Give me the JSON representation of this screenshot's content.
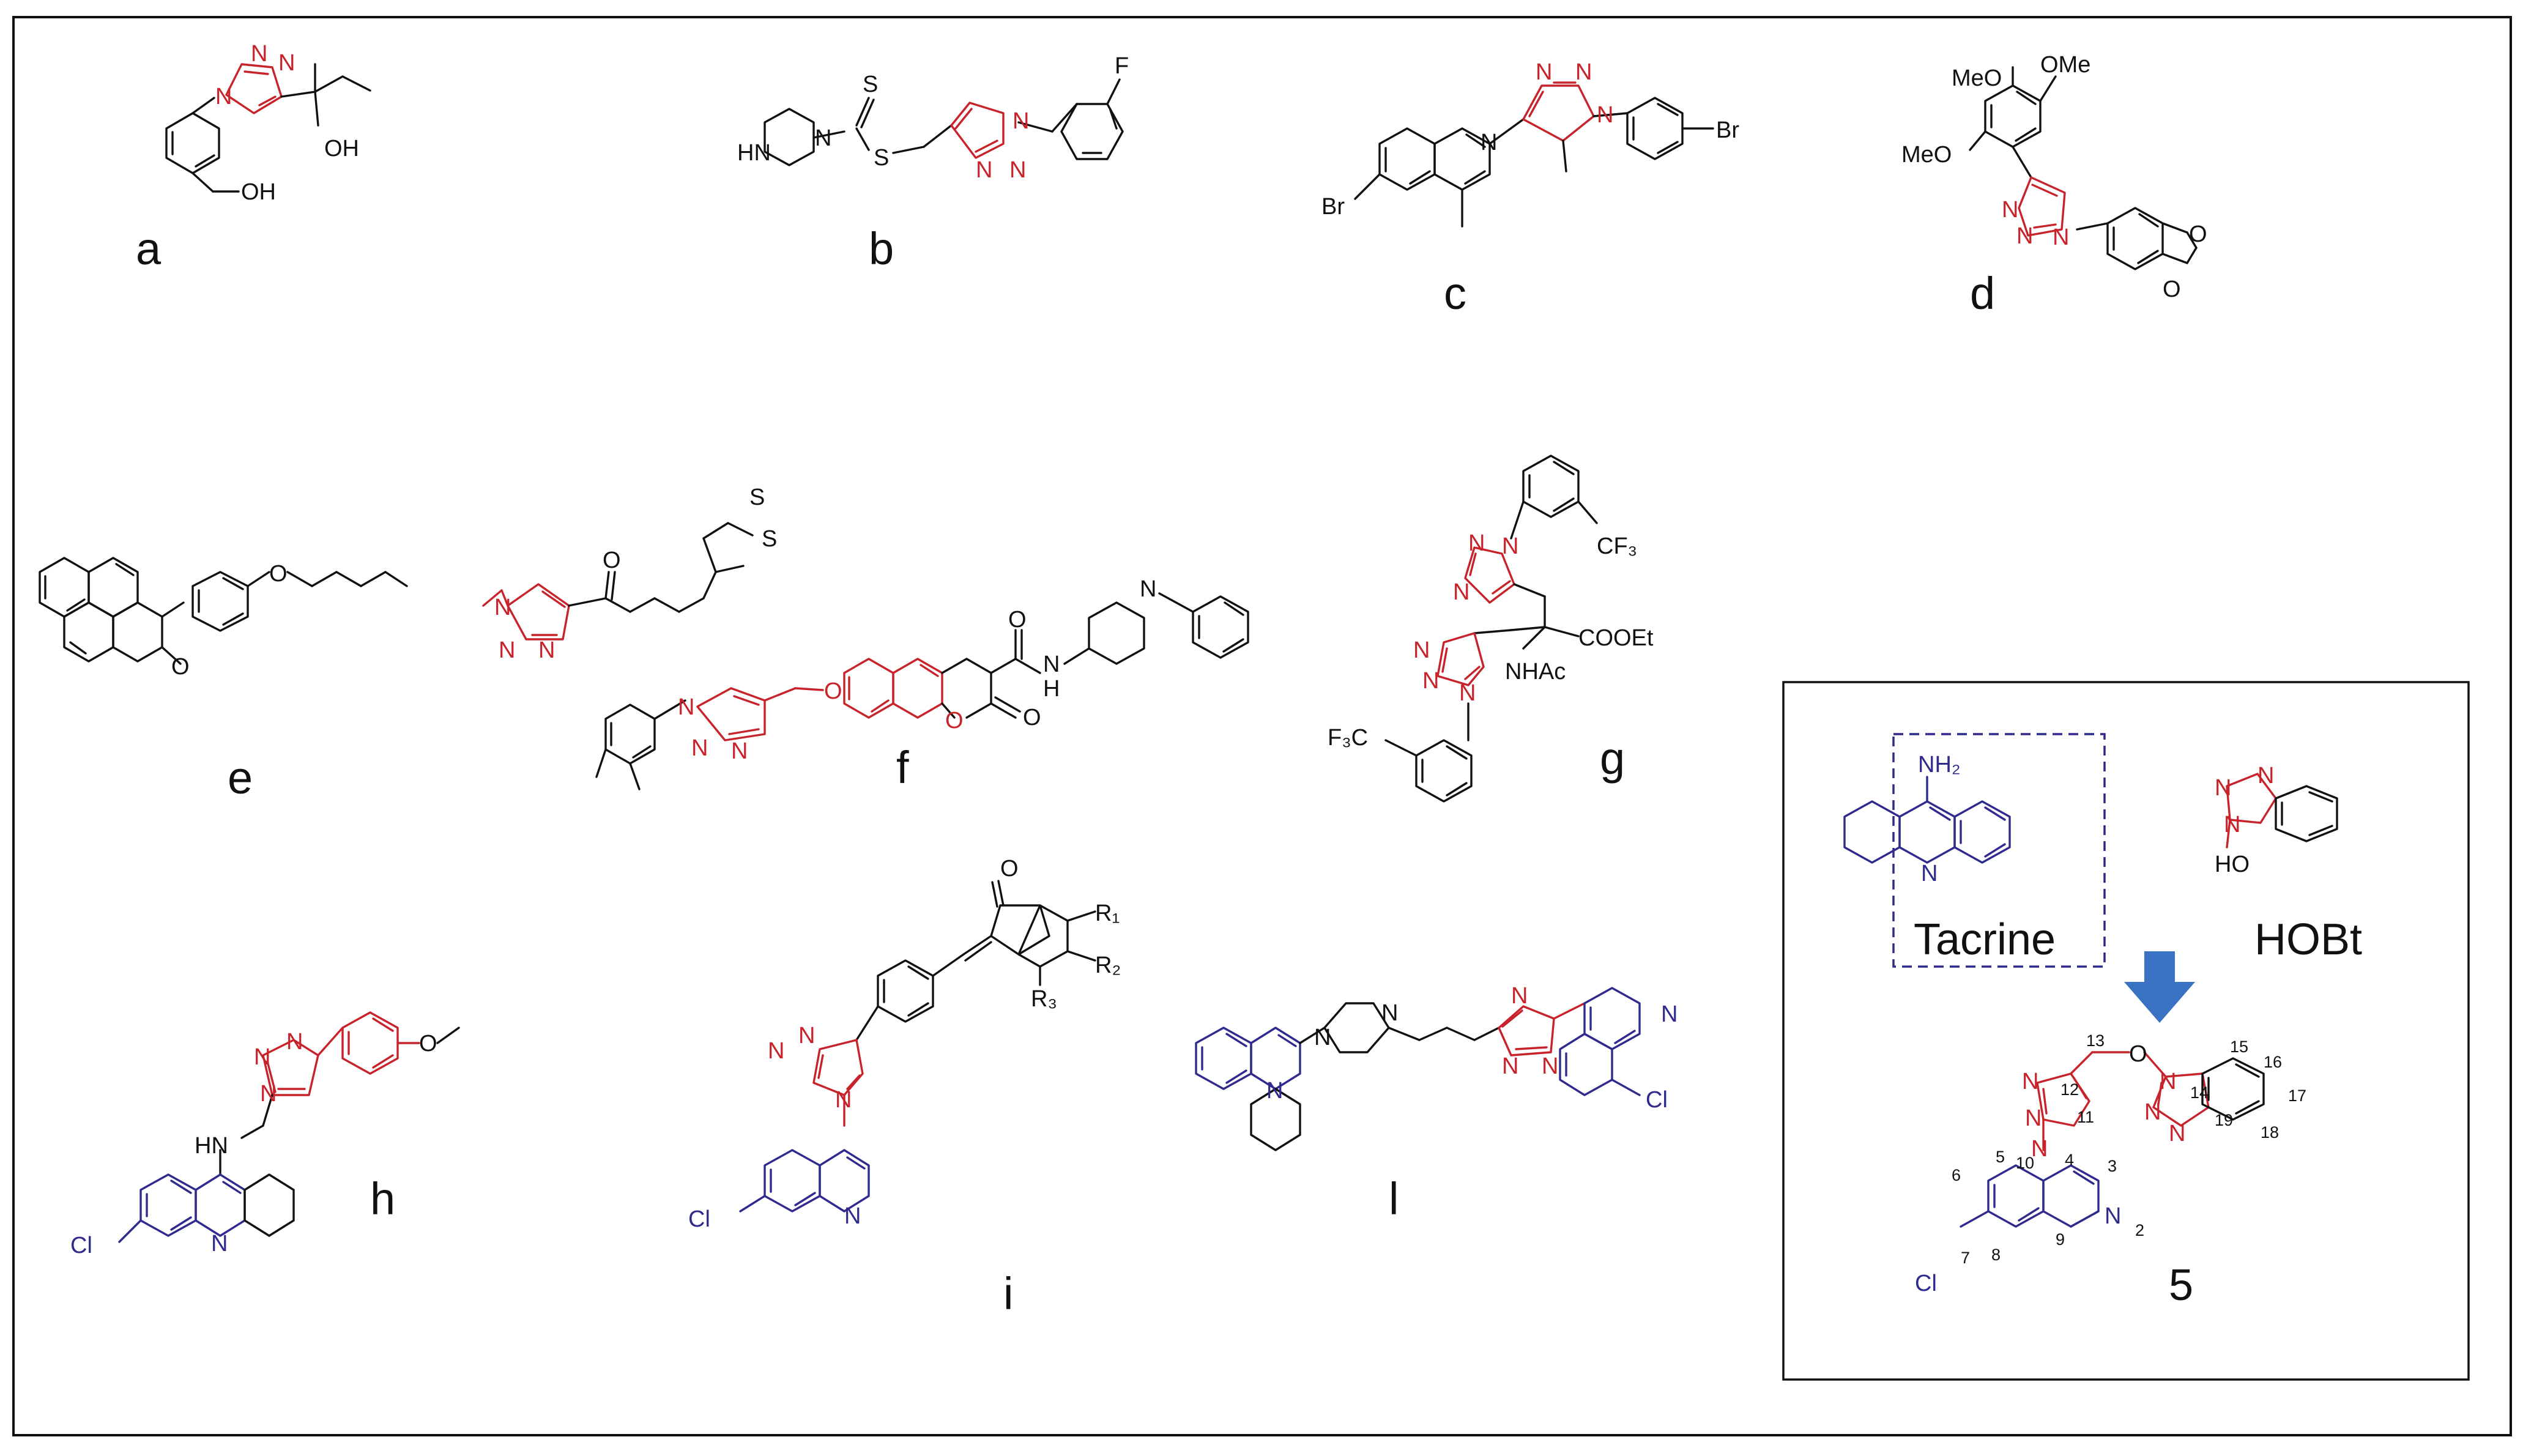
{
  "labels": {
    "a": "a",
    "b": "b",
    "c": "c",
    "d": "d",
    "e": "e",
    "f": "f",
    "g": "g",
    "h": "h",
    "i": "i",
    "l": "l",
    "compound5": "5"
  },
  "inset": {
    "tacrine": "Tacrine",
    "hobt": "HOBt"
  },
  "atoms": {
    "N": "N",
    "O": "O",
    "S": "S",
    "F": "F",
    "Br": "Br",
    "Cl": "Cl",
    "OH": "OH",
    "HN": "HN",
    "HO": "HO",
    "H": "H",
    "MeO": "MeO",
    "OMe": "OMe",
    "CF3": "CF₃",
    "F3C": "F₃C",
    "COOEt": "COOEt",
    "NHAc": "NHAc",
    "NH2": "NH₂",
    "R1": "R₁",
    "R2": "R₂",
    "R3": "R₃",
    "S-S": "S-S",
    "S_S": "S"
  },
  "numbering": [
    "2",
    "3",
    "4",
    "5",
    "6",
    "7",
    "8",
    "9",
    "10",
    "11",
    "12",
    "13",
    "14",
    "15",
    "16",
    "17",
    "18",
    "19"
  ],
  "colors": {
    "triazole": "#c8222a",
    "quinoline": "#2e2a8e",
    "frame": "#111111",
    "arrow": "#3a73c4",
    "box_dash": "#2e2a8e"
  }
}
